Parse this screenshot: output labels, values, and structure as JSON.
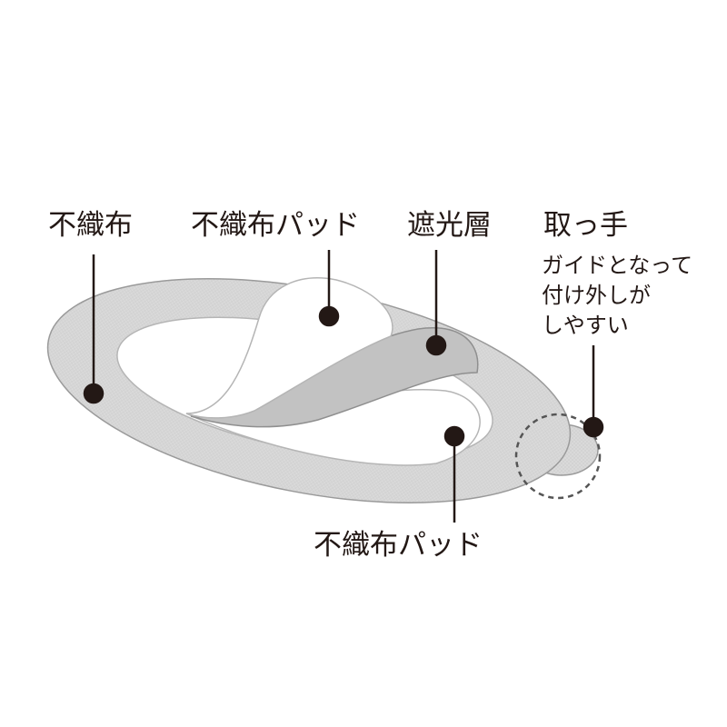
{
  "labels": {
    "nonwoven": "不織布",
    "nonwoven_pad_top": "不織布パッド",
    "light_shield_layer": "遮光層",
    "handle": "取っ手",
    "handle_desc": [
      "ガイドとなって",
      "付け外しが",
      "しやすい"
    ],
    "nonwoven_pad_bottom": "不織布パッド"
  },
  "colors": {
    "frame": "#d9d9d9",
    "frame_edge": "#9a9a9a",
    "shield": "#bdbdbd",
    "ink": "#231815"
  }
}
